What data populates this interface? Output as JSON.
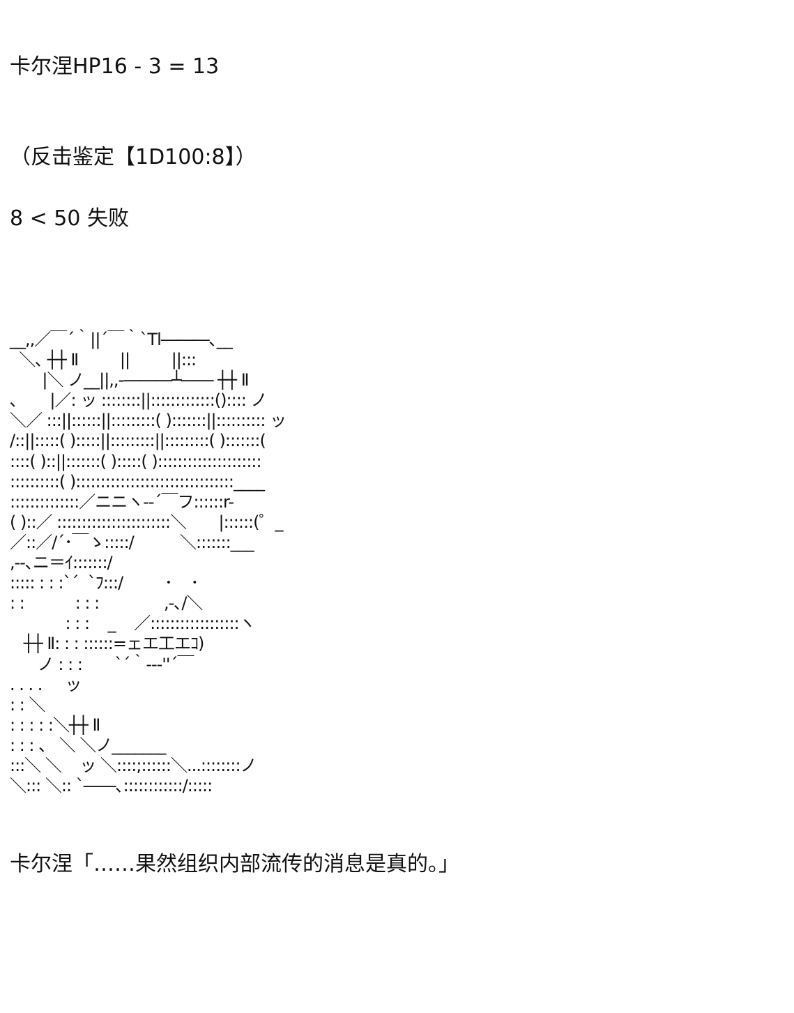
{
  "post": {
    "hp_line": "卡尔涅HP16 - 3 = 13",
    "check_line": "（反击鉴定【1D100:8】）",
    "result_line": "8 < 50 失败",
    "ascii_art": [
      "__,,／￣´｀||´￣｀`Tl―――､__",
      "  ＼､ ┼┼ Ⅱ         ||         ||:::",
      "       |＼ ノ__||,,-―――┴―― ┼┼ Ⅱ",
      "､       |／: ッ ::::::::||:::::::::::::():::: ノ",
      "＼／ :::||::::::||:::::::::( ):::::::||:::::::::: ッ",
      "/::||:::::( ):::::||:::::::::||:::::::::( ):::::::(",
      "::::( )::||:::::::( ):::::( ):::::::::::::::::::::",
      "::::::::::( )::::::::::::::::::::::::::::::::____",
      "::::::::::::::／ニニヽ-‐´￣フ::::::r-",
      "( )::／ :::::::::::::::::::::::＼       |::::::(゜_",
      "／::／/´･￣ゝ:::::/          ＼:::::::___",
      ",--､ニ＝ｲ:::::::/",
      "::::: : : :`´  `ﾌ:::/         ･    ･",
      ": :           : : :              ,-､/＼",
      "            : : :    _    ／::::::::::::::::::ヽ",
      "   ┼┼ Ⅱ: : : ::::::=ェエ工エｺ)",
      "      ノ : : :       `´｀--‐''´￣",
      ". . . .     ッ",
      ": : ＼",
      ": : : : :＼┼┼ Ⅱ",
      ": : : 、 ＼ ＼ノ_______",
      ":::＼ ＼    ッ ＼::::;::::::＼...::::::::ノ",
      "＼::: ＼:: `――､::::::::::::/:::::"
    ],
    "dialogue_line": "卡尔涅「……果然组织内部流传的消息是真的。」"
  }
}
